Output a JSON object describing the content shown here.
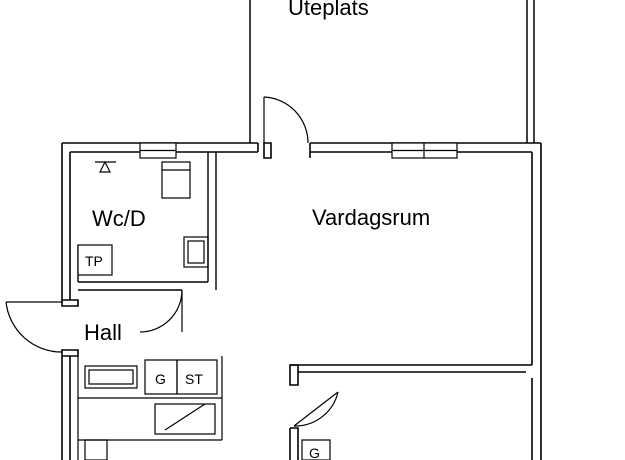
{
  "rooms": {
    "patio": "Uteplats",
    "living_room": "Vardagsrum",
    "wc_shower": "Wc/D",
    "hall": "Hall"
  },
  "fixtures": {
    "dryer": "TP",
    "stove": "G",
    "cabinet": "ST",
    "closet": "G"
  },
  "colors": {
    "ink": "#000000",
    "paper": "#ffffff"
  }
}
